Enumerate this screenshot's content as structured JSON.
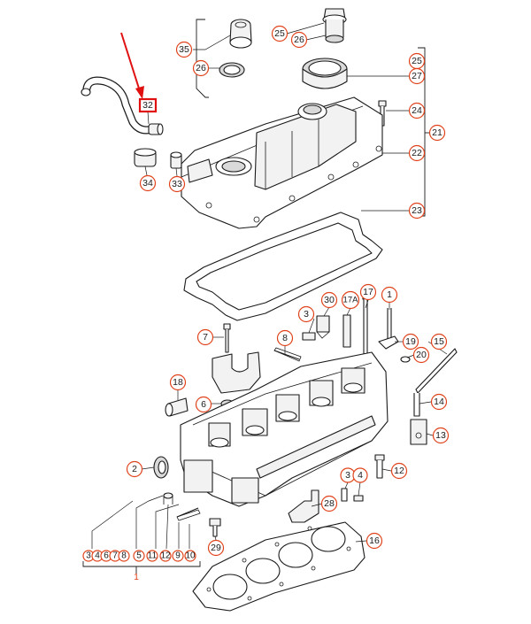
{
  "highlighted_part": "32",
  "colors": {
    "callout": "#e0431b",
    "highlight": "#e01010",
    "line": "#1a1a1a"
  },
  "callouts": [
    "35",
    "26",
    "25",
    "26",
    "25",
    "27",
    "24",
    "21",
    "22",
    "23",
    "32",
    "34",
    "33",
    "30",
    "3",
    "17",
    "17A",
    "1",
    "7",
    "8",
    "19",
    "15",
    "20",
    "18",
    "6",
    "14",
    "13",
    "2",
    "3",
    "4",
    "12",
    "28",
    "29",
    "16"
  ],
  "bottom_group": [
    "3",
    "4",
    "6",
    "7",
    "8",
    "5",
    "11",
    "12",
    "9",
    "10"
  ],
  "bottom_caption": "1"
}
